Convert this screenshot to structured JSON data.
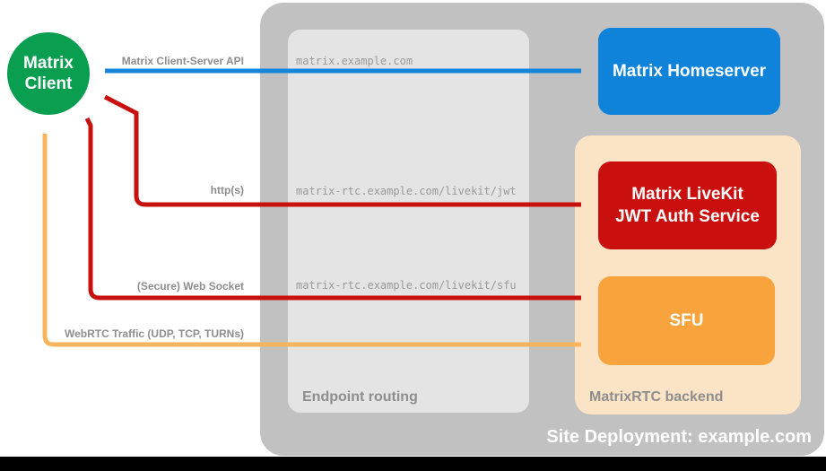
{
  "client": {
    "label": "Matrix\nClient"
  },
  "homeserver": {
    "label": "Matrix Homeserver"
  },
  "backend": {
    "label": "MatrixRTC backend",
    "jwt_service": {
      "label": "Matrix LiveKit\nJWT Auth Service"
    },
    "sfu": {
      "label": "SFU"
    }
  },
  "routing": {
    "label": "Endpoint routing",
    "endpoints": [
      "matrix.example.com",
      "matrix-rtc.example.com/livekit/jwt",
      "matrix-rtc.example.com/livekit/sfu"
    ]
  },
  "site": {
    "label": "Site Deployment: example.com"
  },
  "connections": [
    {
      "label": "Matrix Client-Server API",
      "from": "Matrix Client",
      "to": "Matrix Homeserver",
      "endpoint": "matrix.example.com",
      "color": "#1485db"
    },
    {
      "label": "http(s)",
      "from": "Matrix Client",
      "to": "Matrix LiveKit JWT Auth Service",
      "endpoint": "matrix-rtc.example.com/livekit/jwt",
      "color": "#c8100f"
    },
    {
      "label": "(Secure) Web Socket",
      "from": "Matrix Client",
      "to": "SFU",
      "endpoint": "matrix-rtc.example.com/livekit/sfu",
      "color": "#c8100f"
    },
    {
      "label": "WebRTC Traffic (UDP, TCP, TURNs)",
      "from": "Matrix Client",
      "to": "SFU",
      "endpoint": "",
      "color": "#f9b55d"
    }
  ],
  "colors": {
    "client_green": "#0a9e50",
    "homeserver_blue": "#0f82da",
    "jwt_red": "#ca100e",
    "sfu_orange": "#f8a33c",
    "backend_peach": "#fbe3c5",
    "site_gray": "#c1c1c1",
    "routing_gray": "#e4e4e4",
    "label_gray": "#8e8e8e"
  }
}
